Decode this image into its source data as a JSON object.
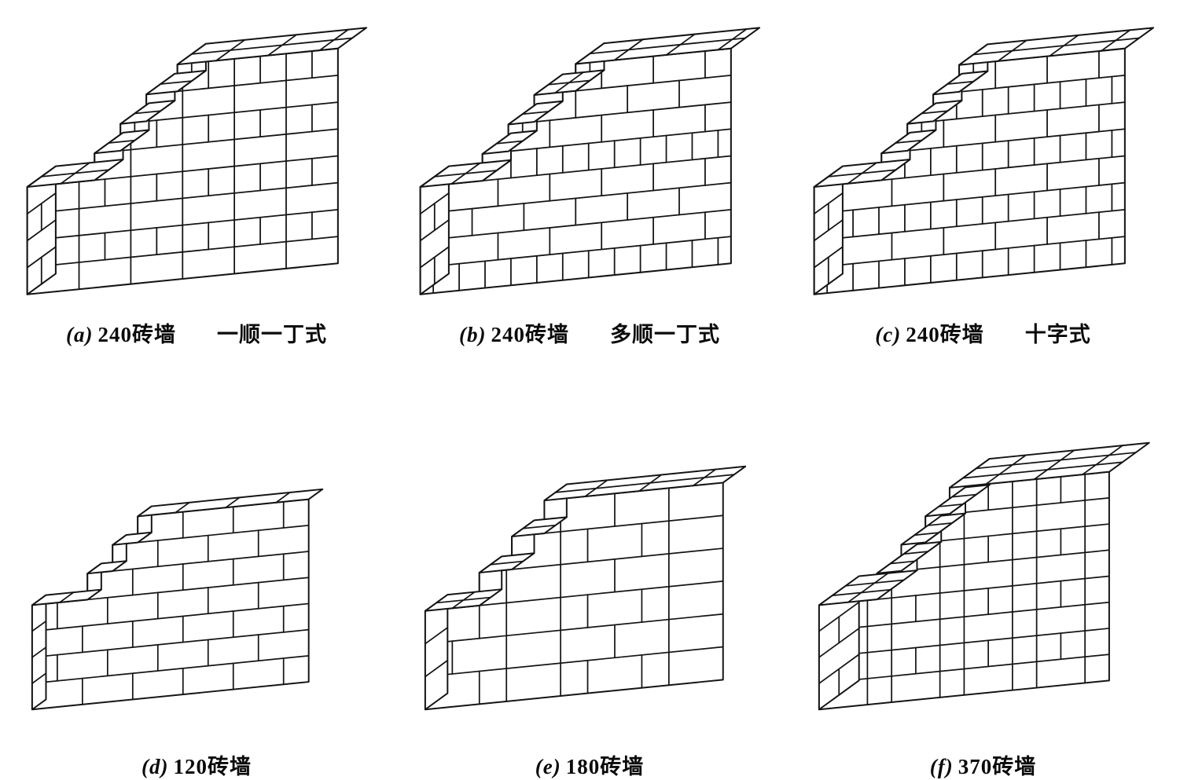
{
  "page": {
    "background": "#ffffff",
    "ink": "#141414",
    "title": "brick-wall-bonding-patterns"
  },
  "diagram": {
    "walls": [
      {
        "id": "a",
        "letter": "(a)",
        "thickness": "240砖墙",
        "style": "一顺一丁式",
        "draw": {
          "courses": 8,
          "lengthUnits": 6,
          "depthUnits": 1,
          "u": 52,
          "courseH": 27,
          "rackStart": 4,
          "rackOffsets": [
            1.3,
            1.8,
            2.3,
            2.9
          ],
          "pattern": [
            "S",
            "H"
          ],
          "longJoints": 1
        }
      },
      {
        "id": "b",
        "letter": "(b)",
        "thickness": "240砖墙",
        "style": "多顺一丁式",
        "draw": {
          "courses": 8,
          "lengthUnits": 6,
          "depthUnits": 1,
          "u": 52,
          "courseH": 27,
          "rackStart": 4,
          "rackOffsets": [
            1.2,
            1.7,
            2.2,
            3.0
          ],
          "pattern": [
            "H",
            "S",
            "S",
            "S"
          ],
          "longJoints": 1
        }
      },
      {
        "id": "c",
        "letter": "(c)",
        "thickness": "240砖墙",
        "style": "十字式",
        "draw": {
          "courses": 8,
          "lengthUnits": 6,
          "depthUnits": 1,
          "u": 52,
          "courseH": 27,
          "rackStart": 4,
          "rackOffsets": [
            1.3,
            1.8,
            2.3,
            2.8
          ],
          "pattern": [
            "H",
            "S"
          ],
          "longJoints": 1
        }
      },
      {
        "id": "d",
        "letter": "(d)",
        "thickness": "120砖墙",
        "style": "",
        "draw": {
          "courses": 7,
          "lengthUnits": 5.5,
          "depthUnits": 0.5,
          "u": 52,
          "courseH": 27,
          "rackStart": 4,
          "rackOffsets": [
            1.1,
            1.6,
            2.1
          ],
          "pattern": [
            "S"
          ],
          "longJoints": 0
        }
      },
      {
        "id": "e",
        "letter": "(e)",
        "thickness": "180砖墙",
        "style": "",
        "draw": {
          "courses": 6,
          "lengthUnits": 5.5,
          "depthUnits": 0.75,
          "u": 56,
          "courseH": 34,
          "rackStart": 3,
          "rackOffsets": [
            1.0,
            1.6,
            2.2
          ],
          "pattern": [
            "M",
            "S"
          ],
          "longJoints": 1
        }
      },
      {
        "id": "f",
        "letter": "(f)",
        "thickness": "370砖墙",
        "style": "",
        "draw": {
          "courses": 8,
          "lengthUnits": 6,
          "depthUnits": 1.5,
          "u": 50,
          "courseH": 27,
          "rackStart": 4,
          "rackOffsets": [
            1.2,
            1.7,
            2.2,
            2.7
          ],
          "pattern": [
            "M",
            "H"
          ],
          "longJoints": 2
        }
      }
    ]
  }
}
